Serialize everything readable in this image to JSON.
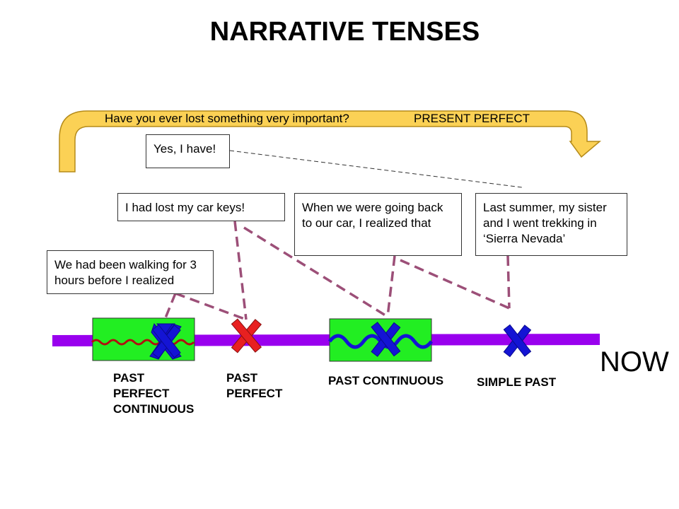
{
  "title": "NARRATIVE TENSES",
  "now_label": "NOW",
  "question": {
    "text": "Have you ever lost something very important?",
    "tense": "PRESENT PERFECT"
  },
  "boxes": {
    "yes_i_have": "Yes, I have!",
    "car_keys": "I had lost my car keys!",
    "going_back": "When we were going back to our car, I realized that",
    "last_summer": "Last summer, my sister and I went trekking in ‘Sierra Nevada’",
    "walking": "We had been walking for 3 hours before I realized"
  },
  "tense_labels": {
    "past_perfect_continuous": "PAST\nPERFECT\nCONTINUOUS",
    "past_perfect": "PAST\nPERFECT",
    "past_continuous": "PAST CONTINUOUS",
    "simple_past": "SIMPLE PAST"
  },
  "colors": {
    "timeline": "#9900ee",
    "arrow_fill": "#fbd155",
    "arrow_stroke": "#b58b1a",
    "continuous_box": "#22ee22",
    "cross_blue": "#1414d4",
    "cross_red": "#e82020",
    "wavy_red": "#b01010",
    "connector": "#9c4f78"
  }
}
